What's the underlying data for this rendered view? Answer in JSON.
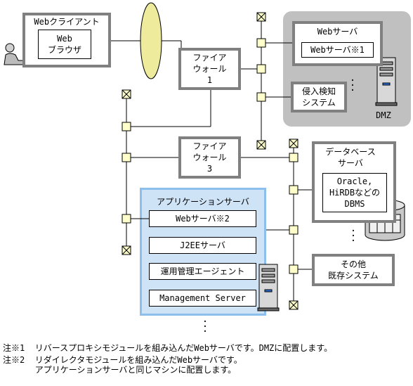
{
  "web_client": {
    "title": "Webクライアント",
    "browser": "Web\nブラウザ"
  },
  "firewall1": "ファイア\nウォール\n1",
  "firewall3": "ファイア\nウォール\n3",
  "dmz": {
    "label": "DMZ",
    "web_server_title": "Webサーバ",
    "web_server_inner": "Webサーバ※1",
    "ids": "侵入検知\nシステム"
  },
  "database_server": {
    "title": "データベース\nサーバ",
    "dbms": "Oracle,\nHiRDBなどの\nDBMS"
  },
  "other_systems": "その他\n既存システム",
  "app_server": {
    "title": "アプリケーションサーバ",
    "components": [
      "Webサーバ※2",
      "J2EEサーバ",
      "運用管理エージェント",
      "Management Server"
    ]
  },
  "notes": [
    {
      "mark": "注※1",
      "text": "リバースプロキシモジュールを組み込んだWebサーバです。DMZに配置します。"
    },
    {
      "mark": "注※2",
      "text": "リダイレクタモジュールを組み込んだWebサーバです。\nアプリケーションサーバと同じマシンに配置します。"
    }
  ],
  "colors": {
    "dmz_zone": "#c0c0c0",
    "app_zone": "#cfe3f7",
    "app_border": "#8cbfec",
    "hub": "#ffffcc",
    "internet": "#eeeb9c"
  }
}
